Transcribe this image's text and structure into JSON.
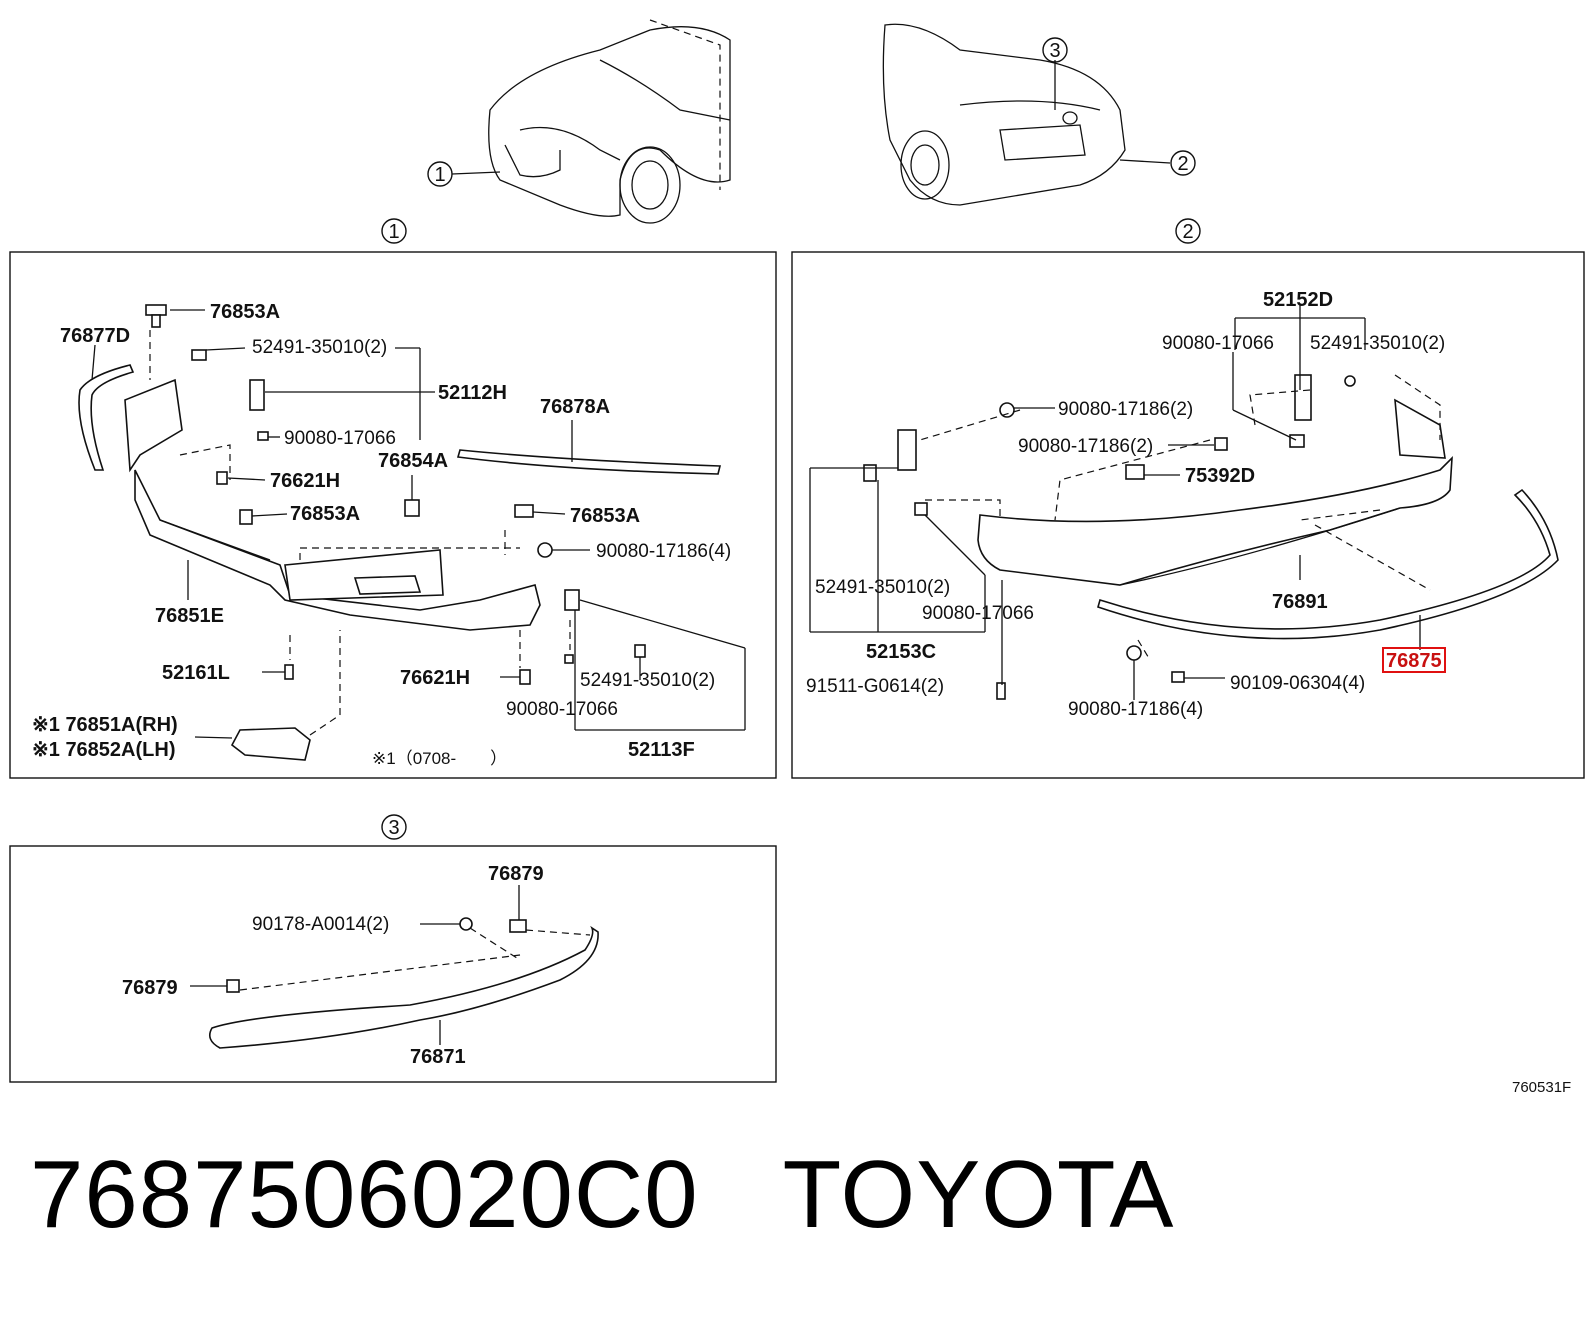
{
  "callouts": {
    "c1": "1",
    "c2": "2",
    "c3": "3"
  },
  "panel1": {
    "labels": {
      "p76877D": "76877D",
      "p76853A_top": "76853A",
      "p52491_a": "52491-35010(2)",
      "p52112H": "52112H",
      "p76878A": "76878A",
      "p90080_a": "90080-17066",
      "p76854A": "76854A",
      "p76621H_a": "76621H",
      "p76853A_mid": "76853A",
      "p76853A_right": "76853A",
      "p90080_17186_4": "90080-17186(4)",
      "p76851E": "76851E",
      "p52161L": "52161L",
      "p76621H_b": "76621H",
      "p52491_b": "52491-35010(2)",
      "p90080_b": "90080-17066",
      "p52113F": "52113F",
      "p76851A": "※1 76851A(RH)",
      "p76852A": "※1 76852A(LH)",
      "note": "※1（0708-　　）"
    }
  },
  "panel2": {
    "labels": {
      "p52152D": "52152D",
      "p90080_c": "90080-17066",
      "p52491_c": "52491-35010(2)",
      "p90080_17186_a": "90080-17186(2)",
      "p90080_17186_b": "90080-17186(2)",
      "p75392D": "75392D",
      "p52491_d": "52491-35010(2)",
      "p90080_d": "90080-17066",
      "p76891": "76891",
      "p52153C": "52153C",
      "p91511": "91511-G0614(2)",
      "p90080_17186_c": "90080-17186(4)",
      "p90109": "90109-06304(4)",
      "p76875": "76875"
    }
  },
  "panel3": {
    "labels": {
      "p76879_top": "76879",
      "p90178": "90178-A0014(2)",
      "p76879_left": "76879",
      "p76871": "76871"
    }
  },
  "ref_code": "760531F",
  "part_number": "7687506020C0",
  "brand": "TOYOTA",
  "highlight_color": "#e01010"
}
